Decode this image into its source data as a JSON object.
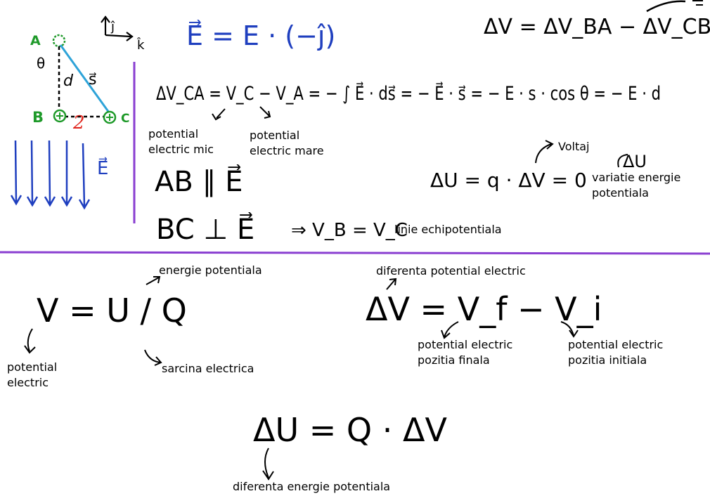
{
  "colors": {
    "black": "#000000",
    "green": "#1f9a2a",
    "blue": "#1f3fbf",
    "red": "#e0261e",
    "cyan": "#2ea3d8",
    "divider": "#8a3fd1"
  },
  "diagram": {
    "point_a": "A",
    "point_b": "B",
    "point_c": "C",
    "theta": "θ",
    "d": "d",
    "s_vec": "s⃗",
    "number_2": "2",
    "j_hat": "ĵ",
    "k_hat": "k̂",
    "e_vec": "E⃗",
    "field_def": "E⃗ = E · (−ĵ)"
  },
  "formulas": {
    "delta_v_sum": "ΔV = ΔV_BA − ΔV_CB",
    "integral": "ΔV_CA = V_C − V_A = − ∫ E⃗ · ds⃗ = − E⃗ · s⃗ = − E · s · cos θ = − E · d",
    "ab_parallel": "AB ∥ E⃗",
    "bc_perp": "BC ⊥ E⃗",
    "vb_eq_vc": "⇒ V_B = V_C",
    "delta_u_zero": "ΔU = q · ΔV = 0",
    "delta_u_small": "ΔU",
    "v_eq": "V = U / Q",
    "delta_v_final": "ΔV = V_f − V_i",
    "delta_u_big": "ΔU = Q · ΔV"
  },
  "labels": {
    "potential_small_1": "potential",
    "potential_small_2": "electric mic",
    "potential_big_1": "potential",
    "potential_big_2": "electric mare",
    "voltage": "Voltaj",
    "variation_1": "variatie energie",
    "variation_2": "potentiala",
    "equipotential": "linie echipotentiala",
    "potential_energy": "energie potentiala",
    "potential_electric_1": "potential",
    "potential_electric_2": "electric",
    "electric_charge": "sarcina electrica",
    "diff_potential": "diferenta potential electric",
    "final_1": "potential electric",
    "final_2": "pozitia finala",
    "initial_1": "potential electric",
    "initial_2": "pozitia initiala",
    "diff_energy": "diferenta energie potentiala"
  }
}
